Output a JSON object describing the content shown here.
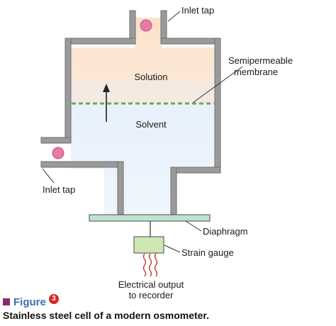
{
  "labels": {
    "inlet_tap_top": "Inlet tap",
    "inlet_tap_left": "Inlet tap",
    "membrane_line1": "Semipermeable",
    "membrane_line2": "membrane",
    "solution": "Solution",
    "solvent": "Solvent",
    "diaphragm": "Diaphragm",
    "strain_gauge": "Strain gauge",
    "output_line1": "Electrical output",
    "output_line2": "to recorder"
  },
  "caption": {
    "figure_word": "Figure",
    "figure_number": "3",
    "title": "Stainless steel cell of a modern osmometer."
  },
  "colors": {
    "steel": "#9a9a9a",
    "steel_edge": "#6e6e6e",
    "solution": "#fbe3cf",
    "solvent": "#e3eefa",
    "membrane": "#6ab04c",
    "tap_ball": "#e77aa6",
    "diaphragm": "#bfe3d0",
    "strain_gauge": "#cfe7b3",
    "wire": "#c0392b",
    "caption_accent": "#3d6fb3"
  }
}
